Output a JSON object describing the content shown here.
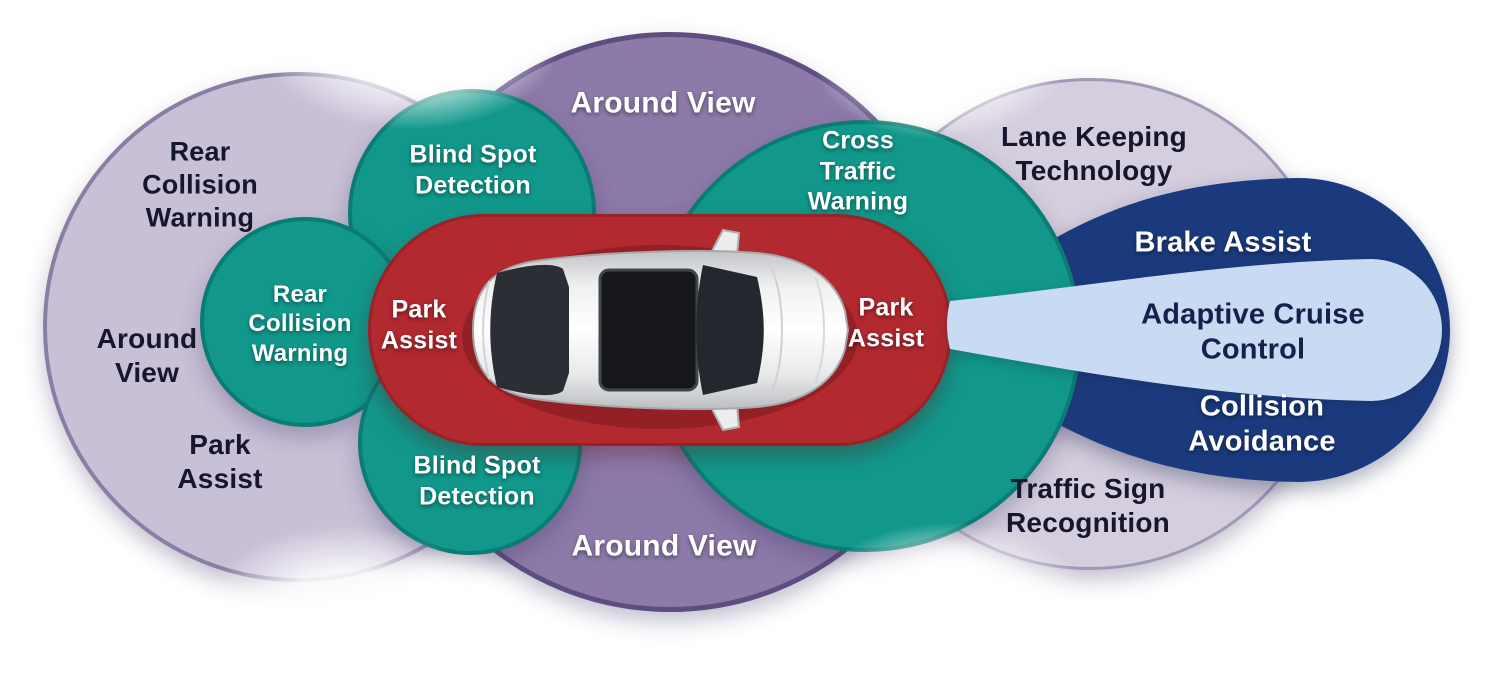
{
  "diagram_title": "Car advanced driver-assistance sensor coverage diagram",
  "colors": {
    "background": "#ffffff",
    "left_coverage_circle": "#c8c0d6",
    "around_view_circle": "#8c7aa9",
    "right_coverage_circle": "#d5cede",
    "teal_zones": "#11988b",
    "park_assist_zone": "#b2292f",
    "brake_collision_zone": "#1b3a7e",
    "adaptive_cruise_zone": "#c9daf3",
    "dark_text": "#16162c",
    "white_text": "#ffffff"
  },
  "zones": {
    "left_coverage": {
      "label_rear_collision": "Rear\nCollision\nWarning",
      "label_around_view": "Around\nView",
      "label_park_assist": "Park\nAssist"
    },
    "rear_collision_circle": {
      "label": "Rear\nCollision\nWarning"
    },
    "blind_spot_top": {
      "label": "Blind Spot\nDetection"
    },
    "blind_spot_bottom": {
      "label": "Blind Spot\nDetection"
    },
    "around_view_circle": {
      "label_top": "Around View",
      "label_bottom": "Around View"
    },
    "park_assist_zone": {
      "label_rear": "Park\nAssist",
      "label_front": "Park\nAssist"
    },
    "cross_traffic_circle": {
      "label": "Cross\nTraffic\nWarning"
    },
    "right_coverage": {
      "label_lane_keeping": "Lane Keeping\nTechnology",
      "label_traffic_sign": "Traffic Sign\nRecognition"
    },
    "brake_collision_zone": {
      "label_brake": "Brake Assist",
      "label_collision": "Collision Avoidance"
    },
    "adaptive_cruise_zone": {
      "label": "Adaptive Cruise Control"
    }
  },
  "car": {
    "icon": "car-top-view"
  }
}
